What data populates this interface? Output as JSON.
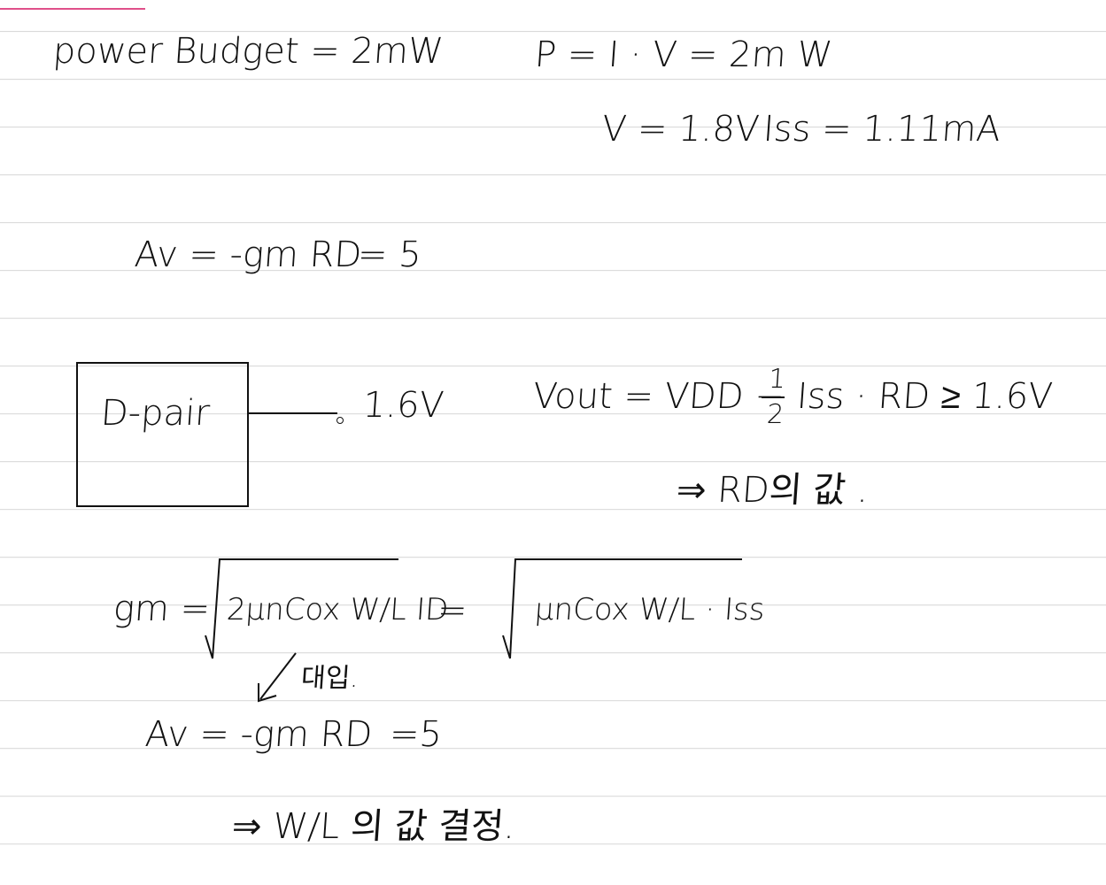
{
  "notes": {
    "power_budget": "power Budget = 2mW",
    "power_eq": "P = I · V = 2m W",
    "v_value": "V = 1.8V",
    "iss_label": "Iss = 1.11mA",
    "av_line1_left": "Av = -gm RD",
    "av_line1_right": "= 5",
    "dpair_label": "D-pair",
    "dpair_voltage": "1.6V",
    "vout_eq_left": "Vout = VDD −",
    "frac_num": "1",
    "frac_den": "2",
    "vout_eq_right": "Iss · RD ≥ 1.6V",
    "rd_value": "⇒ RD의 값 .",
    "gm_label": "gm =",
    "gm_sqrt1": "2μnCox W/L ID",
    "gm_equals": "=",
    "gm_sqrt2": "μnCox W/L · Iss",
    "substitute": "대입.",
    "av_line2_left": "Av = -gm RD",
    "av_line2_right": "=5",
    "wl_decide": "⇒ W/L 의 값 결정."
  },
  "colors": {
    "ink": "#111111",
    "rule_lines": "#d9d9d9",
    "margin_mark": "#e0508a"
  }
}
